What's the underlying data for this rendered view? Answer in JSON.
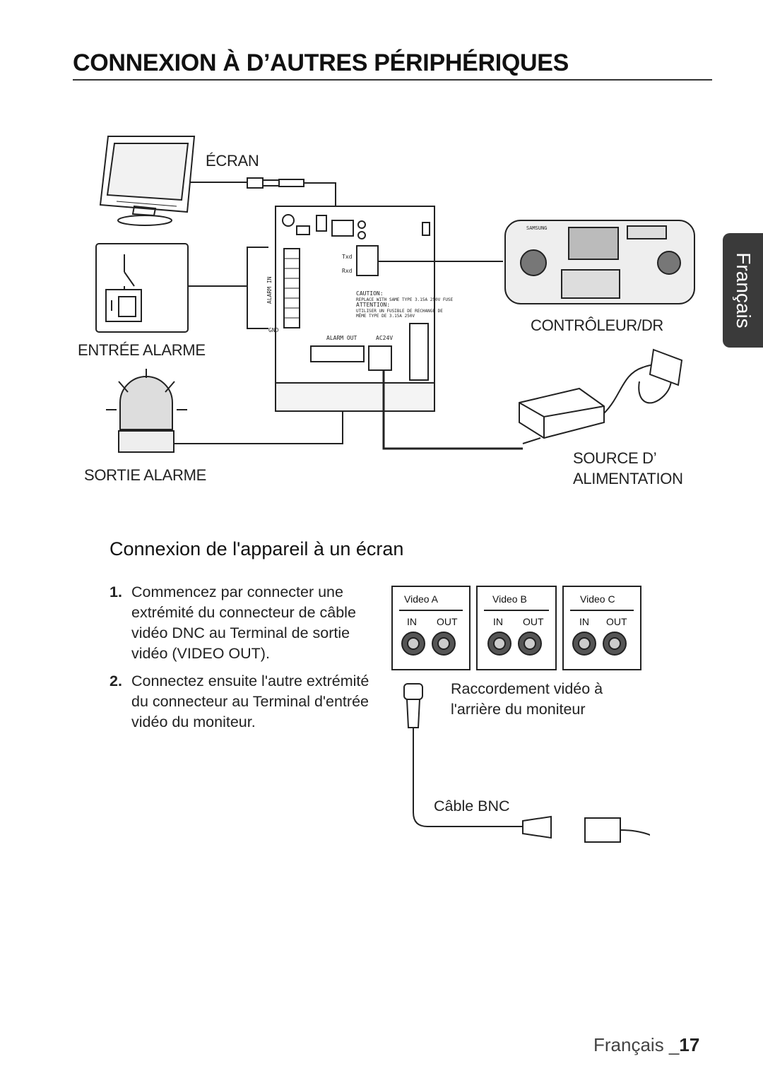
{
  "page": {
    "title": "CONNEXION À D’AUTRES PÉRIPHÉRIQUES",
    "side_tab": "Français",
    "footer": {
      "lang": "Français _",
      "number": "17"
    }
  },
  "diagram": {
    "ecran": "ÉCRAN",
    "entree_alarme": "ENTRÉE ALARME",
    "sortie_alarme": "SORTIE ALARME",
    "controleur": "CONTRÔLEUR/DR",
    "source_line1": "SOURCE D’",
    "source_line2": "ALIMENTATION",
    "board": {
      "txd": "Txd",
      "rxd": "Rxd",
      "alarm_in": "ALARM IN",
      "gnd": "GND",
      "caution": "CAUTION:",
      "caution_text": "REPLACE WITH SAME TYPE 3.15A 250V FUSE",
      "attention": "ATTENTION:",
      "attention_text_1": "UTILISER UN FUSIBLE DE RECHANGE DE",
      "attention_text_2": "MÊME TYPE DE 3.15A 250V",
      "alarm_out": "ALARM OUT",
      "ac24v": "AC24V"
    },
    "controller_brand": "SAMSUNG"
  },
  "section": {
    "heading": "Connexion de l'appareil à un écran",
    "steps": [
      {
        "num": "1.",
        "text": "Commencez par connecter une extrémité du connecteur de câble vidéo DNC au Terminal de sortie vidéo (VIDEO OUT)."
      },
      {
        "num": "2.",
        "text": "Connectez ensuite l'autre extrémité du connecteur au Terminal d'entrée vidéo du moniteur."
      }
    ]
  },
  "video_panel": {
    "boxes": [
      {
        "label": "Video A",
        "in": "IN",
        "out": "OUT"
      },
      {
        "label": "Video B",
        "in": "IN",
        "out": "OUT"
      },
      {
        "label": "Video C",
        "in": "IN",
        "out": "OUT"
      }
    ],
    "caption_line1": "Raccordement vidéo à",
    "caption_line2": "l'arrière du moniteur",
    "cable_label": "Câble BNC"
  }
}
